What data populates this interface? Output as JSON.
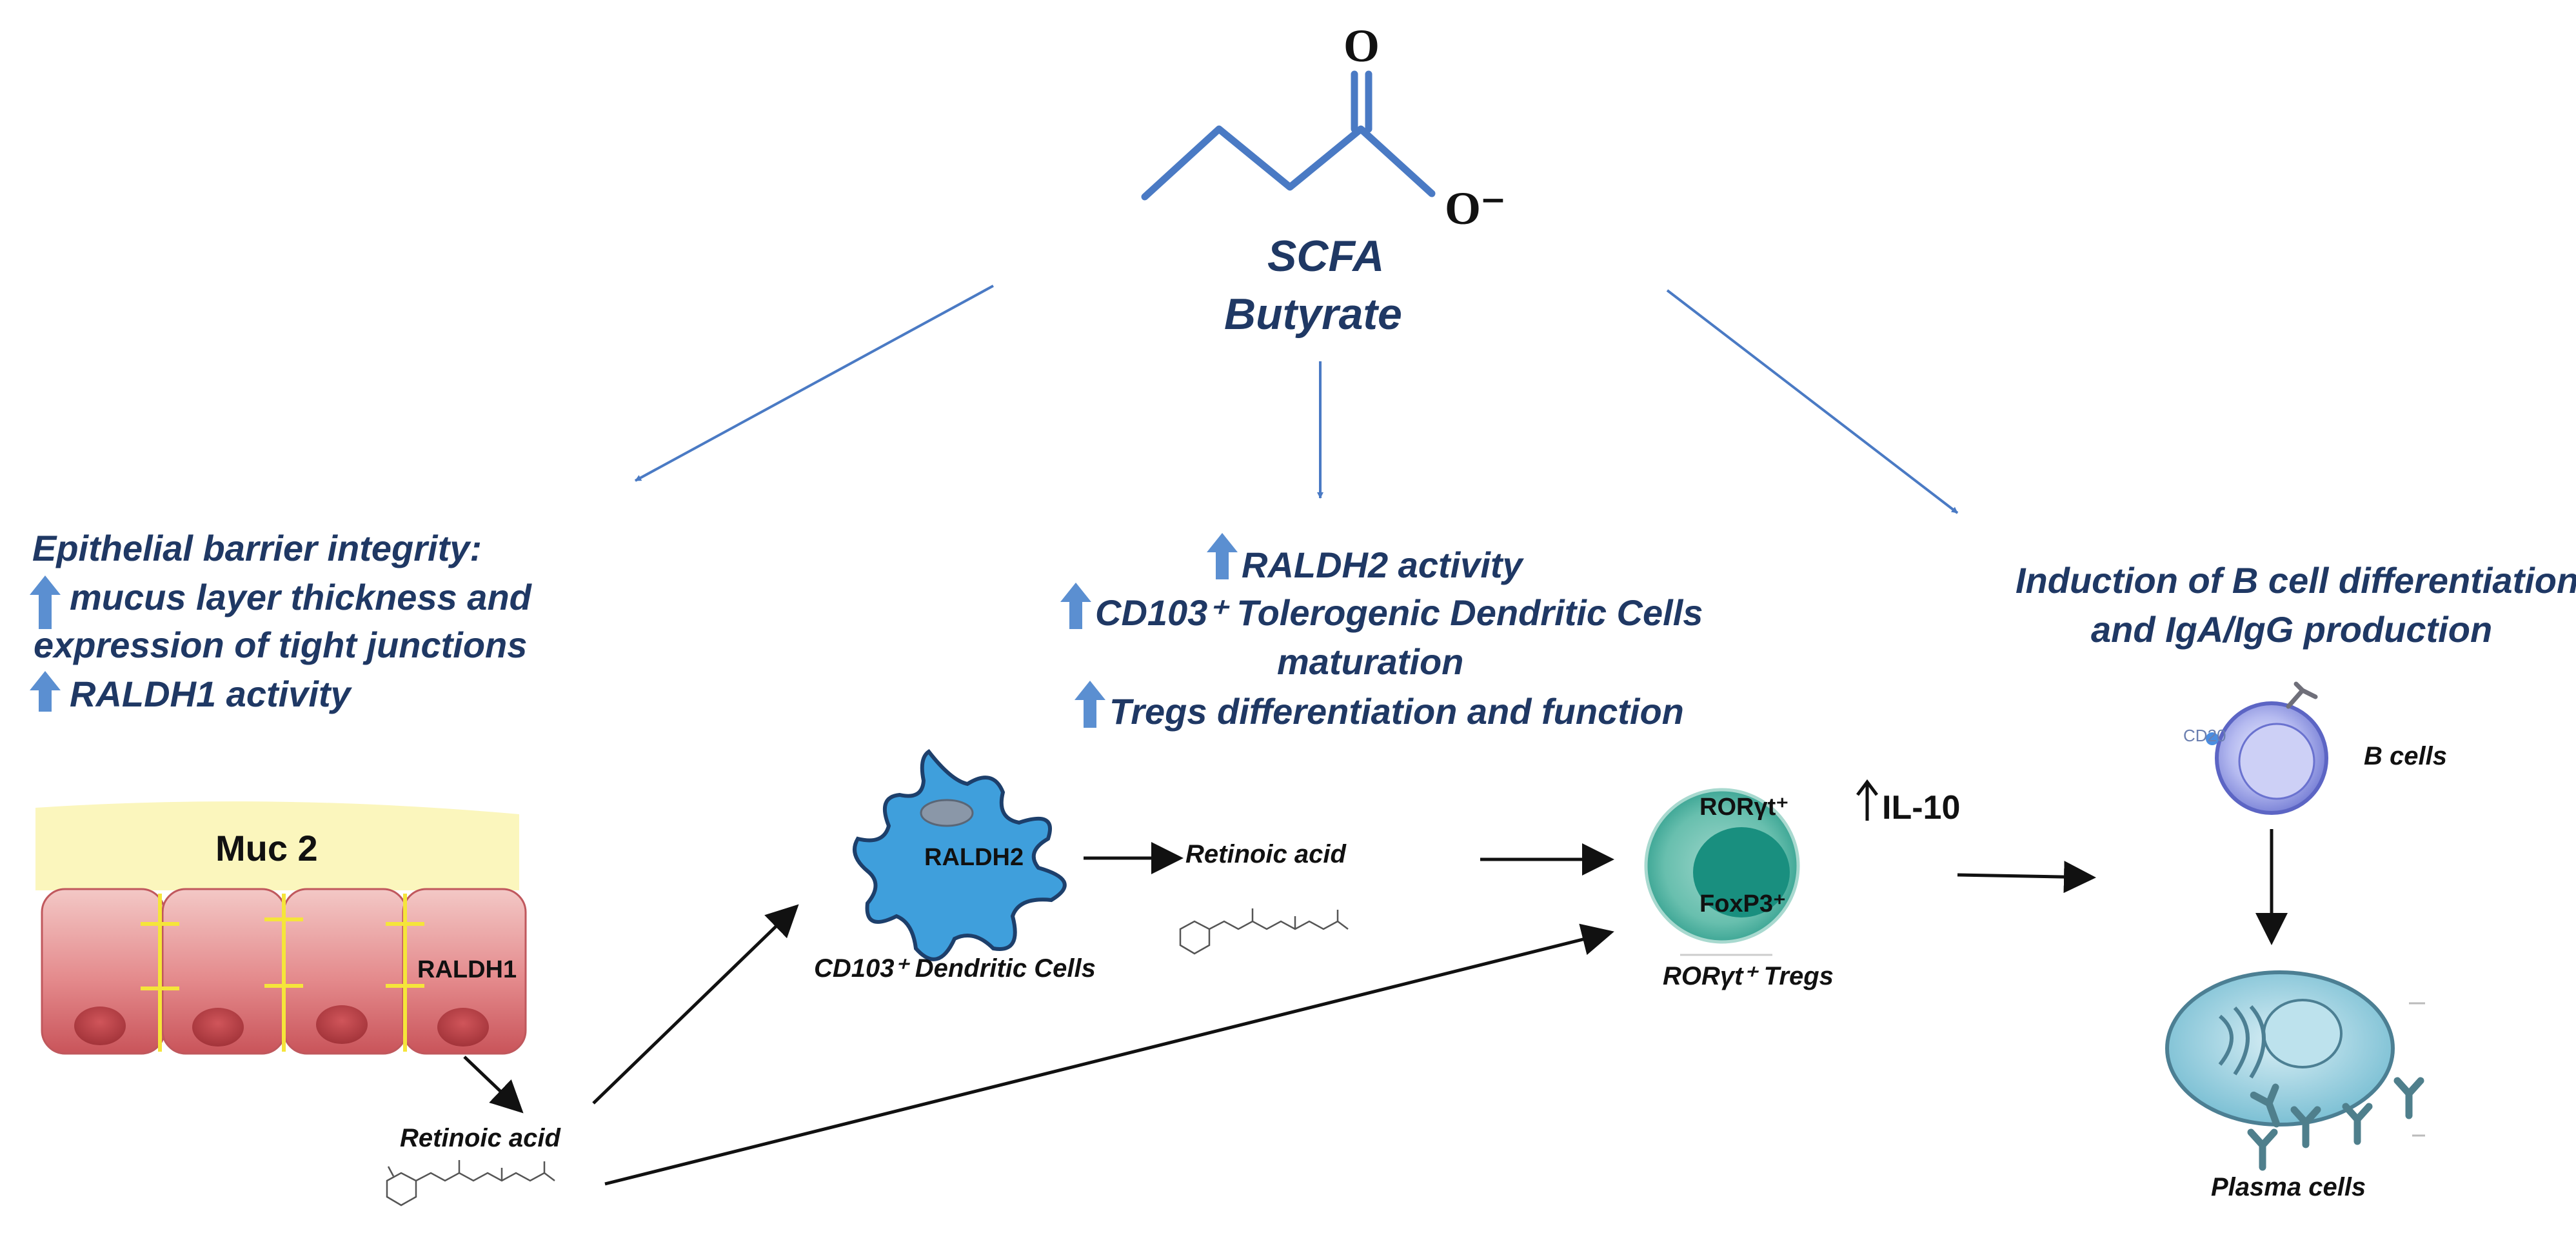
{
  "butyrate": {
    "oxygen_label": "O",
    "oxide_label": "O⁻",
    "title_line1": "SCFA",
    "title_line2": "Butyrate"
  },
  "left_panel": {
    "heading": "Epithelial barrier integrity:",
    "line1": "mucus layer thickness and",
    "line2": "expression of tight junctions",
    "line3": "RALDH1 activity",
    "mucus_label": "Muc 2",
    "enzyme_label": "RALDH1",
    "retinoic_label": "Retinoic acid"
  },
  "center_panel": {
    "line1": "RALDH2 activity",
    "line2": "CD103⁺ Tolerogenic Dendritic Cells",
    "line3": "maturation",
    "line4": "Tregs differentiation and function",
    "dc_enzyme": "RALDH2",
    "dc_label": "CD103⁺ Dendritic Cells",
    "retinoic_label": "Retinoic acid",
    "treg_marker1": "RORγt⁺",
    "treg_marker2": "FoxP3⁺",
    "treg_label": "RORγt⁺ Tregs",
    "cytokine": "IL-10"
  },
  "right_panel": {
    "line1": "Induction of B cell differentiation",
    "line2": "and IgA/IgG production",
    "cd20_label": "CD20",
    "bcell_label": "B cells",
    "plasma_label": "Plasma cells"
  },
  "colors": {
    "accent_blue": "#4a7ac4",
    "text_navy": "#1f3864",
    "arrow_up": "#5b8fd1",
    "mucus": "#fbf6bd",
    "epithelium": "#d9676e",
    "dc_fill": "#3f9fdc",
    "treg_fill": "#3fa796",
    "bcell_fill": "#8f96e0",
    "plasma_fill": "#67b6cc"
  }
}
